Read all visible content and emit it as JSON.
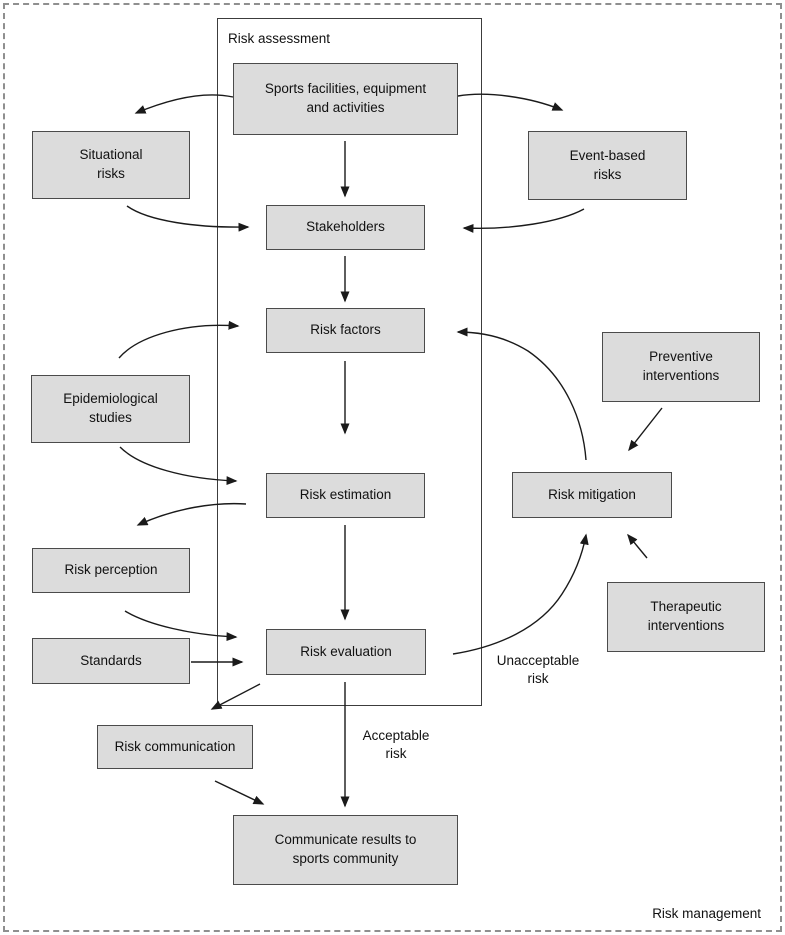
{
  "diagram": {
    "outer_label": "Risk management",
    "inner_label": "Risk assessment",
    "colors": {
      "box_fill": "#dcdcdc",
      "box_border": "#4b4b4b",
      "line": "#1a1a1a",
      "outer_dash": "#8f8f8f"
    },
    "nodes": {
      "sports_facilities": "Sports facilities, equipment\nand activities",
      "situational_risks": "Situational\nrisks",
      "event_based_risks": "Event-based\nrisks",
      "stakeholders": "Stakeholders",
      "risk_factors": "Risk factors",
      "epidemiological_studies": "Epidemiological\nstudies",
      "preventive_interventions": "Preventive\ninterventions",
      "risk_estimation": "Risk estimation",
      "risk_mitigation": "Risk mitigation",
      "risk_perception": "Risk perception",
      "standards": "Standards",
      "risk_evaluation": "Risk evaluation",
      "therapeutic_interventions": "Therapeutic\ninterventions",
      "risk_communication": "Risk communication",
      "communicate_results": "Communicate results to\nsports community"
    },
    "edge_labels": {
      "unacceptable_risk": "Unacceptable\nrisk",
      "acceptable_risk": "Acceptable\nrisk"
    }
  }
}
